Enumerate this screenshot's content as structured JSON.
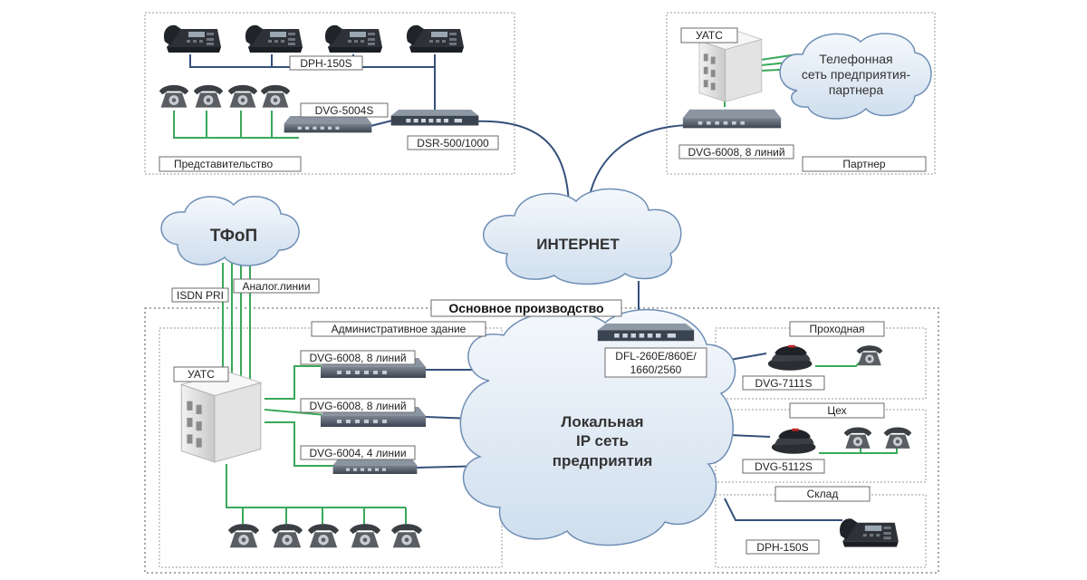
{
  "zones": {
    "branch": "Представительство",
    "partner": "Партнер",
    "main": "Основное производство",
    "admin": "Административное здание",
    "checkpoint": "Проходная",
    "workshop": "Цех",
    "warehouse": "Склад"
  },
  "clouds": {
    "pstn": "ТФоП",
    "internet": "ИНТЕРНЕТ",
    "partner_net": [
      "Телефонная",
      "сеть предприятия-",
      "партнера"
    ],
    "lan": [
      "Локальная",
      "IP сеть",
      "предприятия"
    ]
  },
  "devices": {
    "dph_branch": "DPH-150S",
    "dvg_5004s": "DVG-5004S",
    "dsr": "DSR-500/1000",
    "uats_partner": "УАТС",
    "dvg_6008_partner": "DVG-6008, 8 линий",
    "uats_main": "УАТС",
    "isdn": "ISDN PRI",
    "analog": "Аналог.линии",
    "dvg_6008_a": "DVG-6008, 8 линий",
    "dvg_6008_b": "DVG-6008, 8 линий",
    "dvg_6004": "DVG-6004, 4 линии",
    "dfl": [
      "DFL-260E/860E/",
      "1660/2560"
    ],
    "dvg_7111s": "DVG-7111S",
    "dvg_5112s": "DVG-5112S",
    "dph_warehouse": "DPH-150S"
  },
  "colors": {
    "wire_analog": "#3aa85a",
    "wire_ip": "#34507a",
    "cloud_fill": "#e3edf7",
    "cloud_stroke": "#6f8fb5"
  }
}
